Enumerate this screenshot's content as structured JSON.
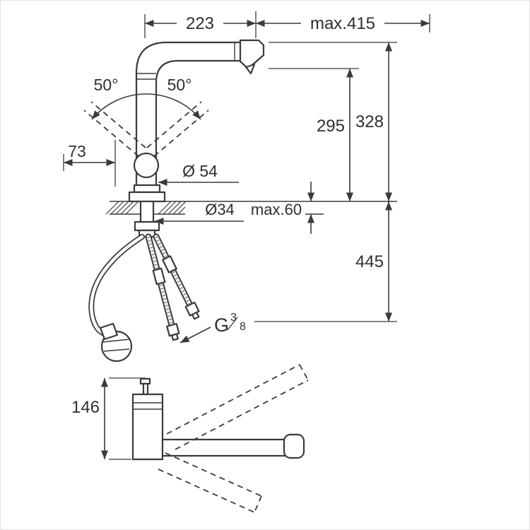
{
  "drawing": {
    "labels": {
      "width_top": "223",
      "max_reach": "max.415",
      "swivel_left": "50°",
      "swivel_right": "50°",
      "offset_73": "73",
      "dia_54": "Ø 54",
      "dia_34": "Ø34",
      "max_thickness": "max.60",
      "height_295": "295",
      "height_328": "328",
      "hose_445": "445",
      "thread_g": "G",
      "thread_num": "3",
      "thread_slash": "⁄",
      "thread_den": "8",
      "height_146": "146"
    }
  }
}
